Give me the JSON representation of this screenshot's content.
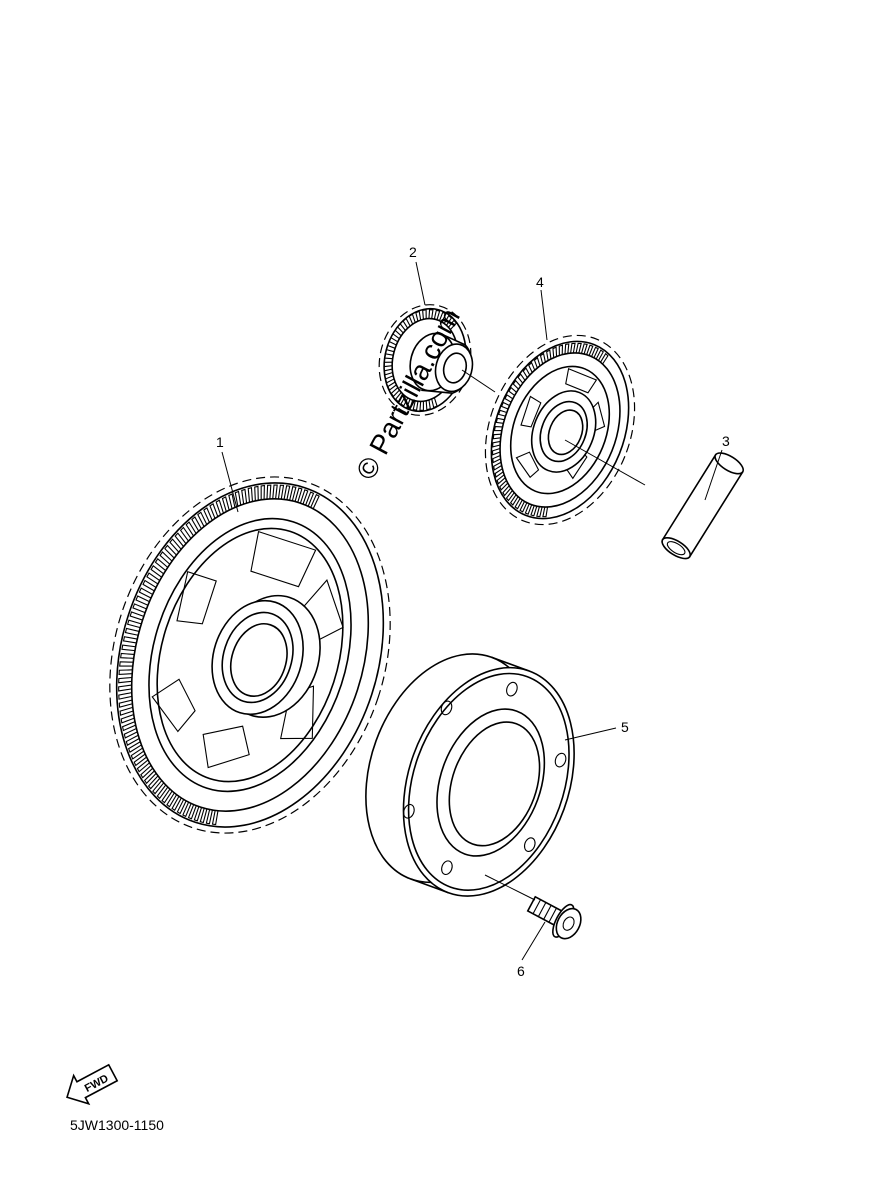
{
  "callouts": [
    "1",
    "2",
    "3",
    "4",
    "5",
    "6"
  ],
  "part_code": "5JW1300-1150",
  "watermark": "© Partzilla.com",
  "fwd_label": "FWD",
  "icons": {
    "gear_1": "large-ring-gear-icon",
    "gear_2": "small-idler-gear-icon",
    "shaft_3": "shaft-pin-icon",
    "gear_4": "idler-gear-icon",
    "clutch_5": "starter-clutch-icon",
    "bolt_6": "bolt-icon",
    "fwd": "forward-arrow-icon"
  }
}
